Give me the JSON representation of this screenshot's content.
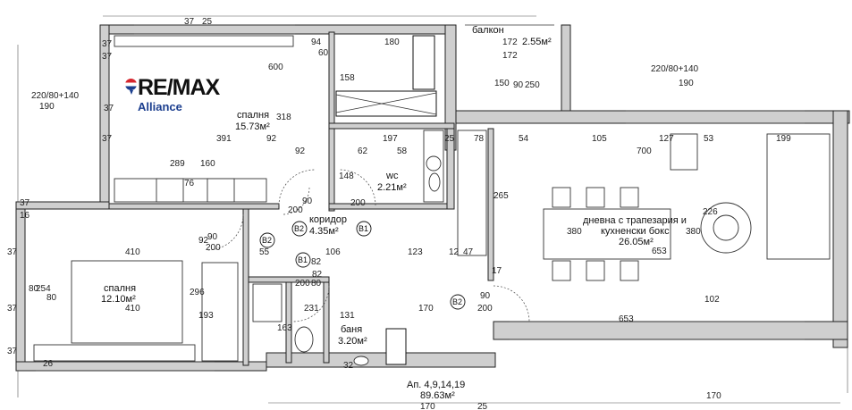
{
  "brand": {
    "name": "RE/MAX",
    "tagline": "Alliance",
    "colors": {
      "red": "#d6262e",
      "blue": "#1c3f8f"
    }
  },
  "rooms": {
    "bedroom_top": {
      "name": "спалня",
      "area": "15.73м²"
    },
    "balcony": {
      "name": "балкон",
      "area": "2.55м²"
    },
    "wc": {
      "name": "wc",
      "area": "2.21м²"
    },
    "corridor": {
      "name": "коридор",
      "area": "4.35м²"
    },
    "living": {
      "name1": "дневна с трапезария и",
      "name2": "кухненски бокс",
      "area": "26.05м²"
    },
    "bedroom_bottom": {
      "name": "спалня",
      "area": "12.10м²"
    },
    "bath": {
      "name": "баня",
      "area": "3.20м²"
    }
  },
  "apartment": {
    "id": "Ап. 4,9,14,19",
    "area": "89.63м²"
  },
  "door_tags": [
    "B2",
    "B2",
    "B1",
    "B1",
    "B2"
  ],
  "dims": {
    "d37a": "37",
    "d25": "25",
    "d37b": "37",
    "d94": "94",
    "d60": "60",
    "d180": "180",
    "d172a": "172",
    "d172b": "172",
    "d37c": "37",
    "d600": "600",
    "d158": "158",
    "d150": "150",
    "d90a": "90",
    "d250": "250",
    "d190": "190",
    "win_left": "220/80+140",
    "d190b": "190",
    "win_right": "220/80+140",
    "d318": "318",
    "d391": "391",
    "d37d": "37",
    "d92a": "92",
    "d92b": "92",
    "d62": "62",
    "d197": "197",
    "d58": "58",
    "d25b": "25",
    "d78": "78",
    "d54": "54",
    "d105": "105",
    "d127": "127",
    "d53": "53",
    "d199": "199",
    "d700": "700",
    "d289": "289",
    "d160": "160",
    "d76": "76",
    "d148": "148",
    "d265": "265",
    "d200a": "200",
    "d90b": "90",
    "d200b": "200",
    "d226": "226",
    "d380a": "380",
    "d380b": "380",
    "d16": "16",
    "d37e": "37",
    "d410a": "410",
    "d92c": "92",
    "d90c": "90",
    "d200c": "200",
    "d55": "55",
    "d106": "106",
    "d123": "123",
    "d12": "12",
    "d47": "47",
    "d653a": "653",
    "d37f": "37",
    "d82a": "82",
    "d82b": "82",
    "d17": "17",
    "d254": "254",
    "d80a": "80",
    "d296": "296",
    "d200d": "200",
    "d80b": "80",
    "d231": "231",
    "d131": "131",
    "d170a": "170",
    "d90d": "90",
    "d200e": "200",
    "d102": "102",
    "d410b": "410",
    "d193": "193",
    "d163": "163",
    "d653b": "653",
    "d37g": "37",
    "d26": "26",
    "d170b": "170",
    "d170c": "170",
    "d25c": "25",
    "d32": "32",
    "d37h": "37",
    "d37i": "37",
    "d80c": "80"
  }
}
